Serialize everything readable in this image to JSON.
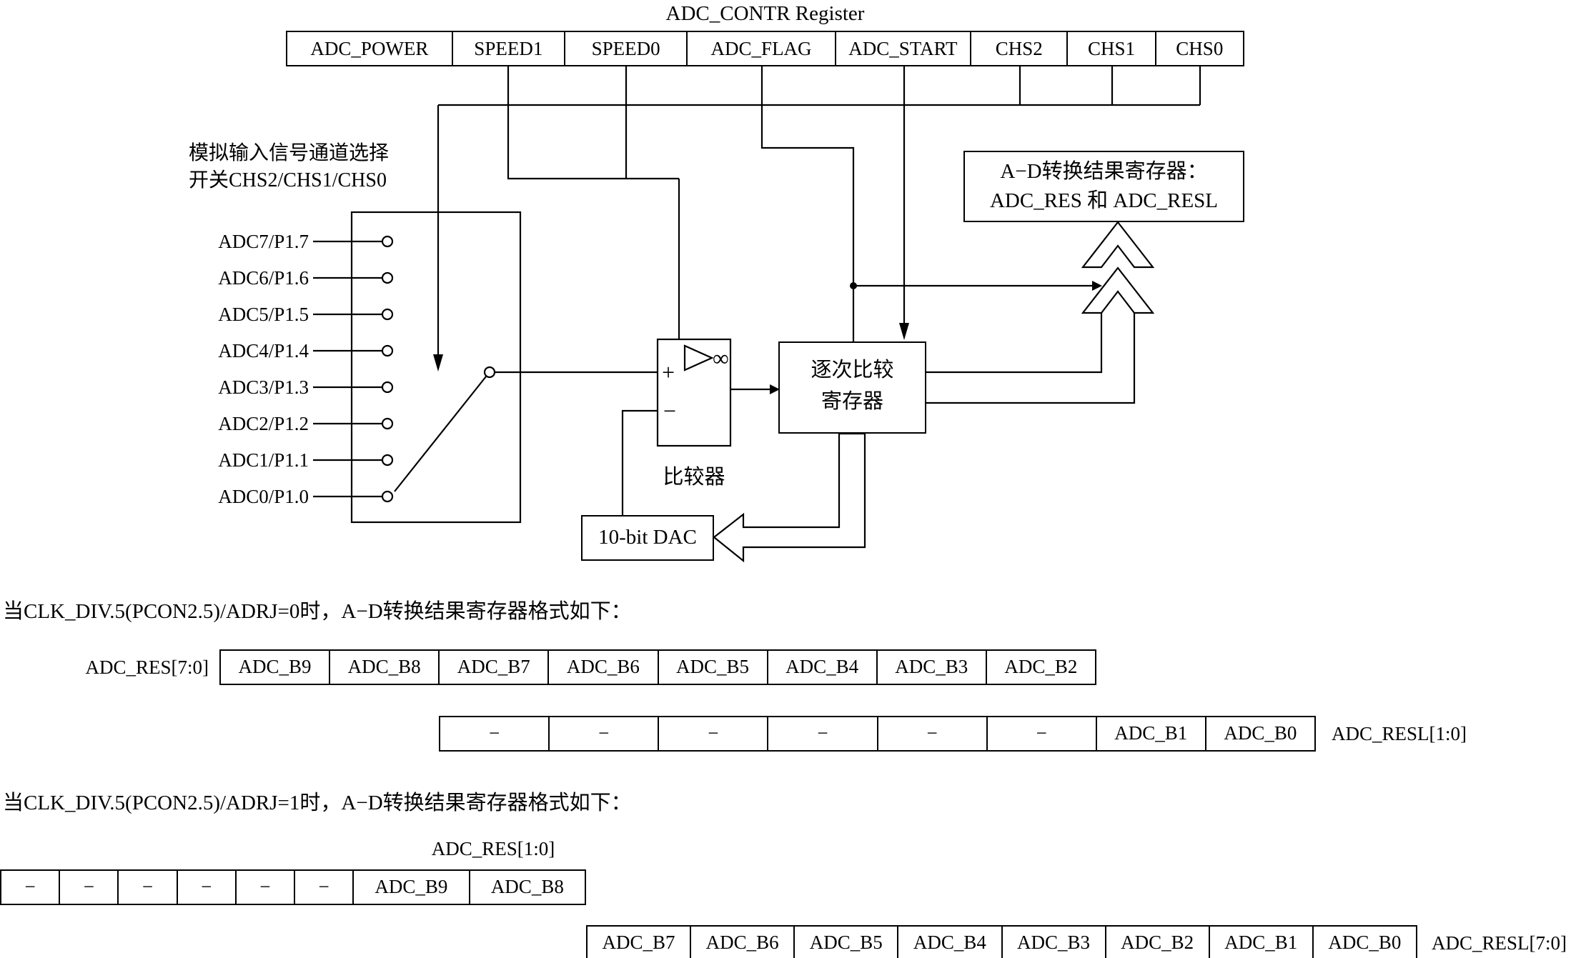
{
  "title": "ADC_CONTR Register",
  "colors": {
    "line": "#000000",
    "background": "#ffffff"
  },
  "register": {
    "cells": [
      "ADC_POWER",
      "SPEED1",
      "SPEED0",
      "ADC_FLAG",
      "ADC_START",
      "CHS2",
      "CHS1",
      "CHS0"
    ]
  },
  "channel_selector": {
    "caption_line1": "模拟输入信号通道选择",
    "caption_line2": "开关CHS2/CHS1/CHS0",
    "channels": [
      "ADC7/P1.7",
      "ADC6/P1.6",
      "ADC5/P1.5",
      "ADC4/P1.4",
      "ADC3/P1.3",
      "ADC2/P1.2",
      "ADC1/P1.1",
      "ADC0/P1.0"
    ]
  },
  "comparator": {
    "plus": "+",
    "minus": "−",
    "infinity": "∞",
    "label": "比较器"
  },
  "sar_box": {
    "line1": "逐次比较",
    "line2": "寄存器"
  },
  "result_box": {
    "line1": "A−D转换结果寄存器：",
    "line2": "ADC_RES 和 ADC_RESL"
  },
  "dac_box": {
    "label": "10-bit DAC"
  },
  "format_adrj0": {
    "heading": "当CLK_DIV.5(PCON2.5)/ADRJ=0时，A−D转换结果寄存器格式如下：",
    "res_label": "ADC_RES[7:0]",
    "res_cells": [
      "ADC_B9",
      "ADC_B8",
      "ADC_B7",
      "ADC_B6",
      "ADC_B5",
      "ADC_B4",
      "ADC_B3",
      "ADC_B2"
    ],
    "resl_cells": [
      "−",
      "−",
      "−",
      "−",
      "−",
      "−",
      "ADC_B1",
      "ADC_B0"
    ],
    "resl_label": "ADC_RESL[1:0]"
  },
  "format_adrj1": {
    "heading": "当CLK_DIV.5(PCON2.5)/ADRJ=1时，A−D转换结果寄存器格式如下：",
    "res_label": "ADC_RES[1:0]",
    "res_cells": [
      "−",
      "−",
      "−",
      "−",
      "−",
      "−",
      "ADC_B9",
      "ADC_B8"
    ],
    "resl_cells": [
      "ADC_B7",
      "ADC_B6",
      "ADC_B5",
      "ADC_B4",
      "ADC_B3",
      "ADC_B2",
      "ADC_B1",
      "ADC_B0"
    ],
    "resl_label": "ADC_RESL[7:0]"
  }
}
